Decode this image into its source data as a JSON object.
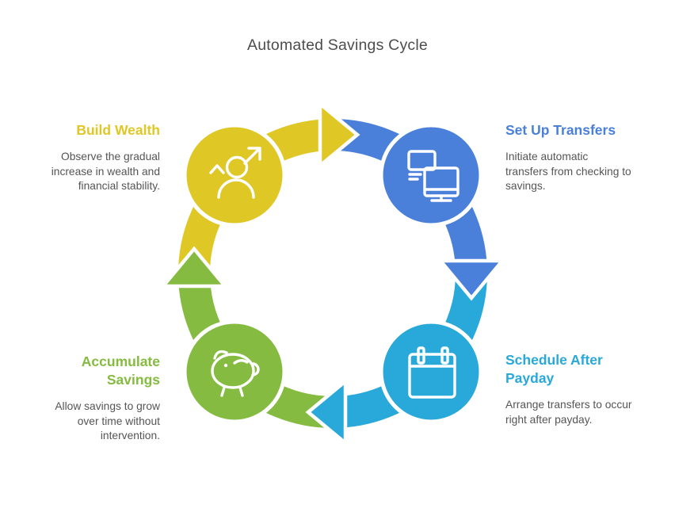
{
  "title": "Automated Savings Cycle",
  "text_colors": {
    "title": "#4d4d4d",
    "description": "#555555"
  },
  "steps": [
    {
      "name": "set-up-transfers",
      "label": "Set Up Transfers",
      "description": "Initiate automatic\ntransfers from checking to\nsavings.",
      "color": "#4a80d9",
      "icon": "devices-transfer-icon",
      "position": "top-right"
    },
    {
      "name": "schedule-after-payday",
      "label": "Schedule After\nPayday",
      "description": "Arrange transfers to occur\nright after payday.",
      "color": "#29a8da",
      "icon": "calendar-icon",
      "position": "bottom-right"
    },
    {
      "name": "accumulate-savings",
      "label": "Accumulate\nSavings",
      "description": "Allow savings to grow\nover time without\nintervention.",
      "color": "#84bb40",
      "icon": "piggy-bank-icon",
      "position": "bottom-left"
    },
    {
      "name": "build-wealth",
      "label": "Build Wealth",
      "description": "Observe the gradual\nincrease in wealth and\nfinancial stability.",
      "color": "#dfc726",
      "icon": "person-growth-icon",
      "position": "top-left"
    }
  ]
}
